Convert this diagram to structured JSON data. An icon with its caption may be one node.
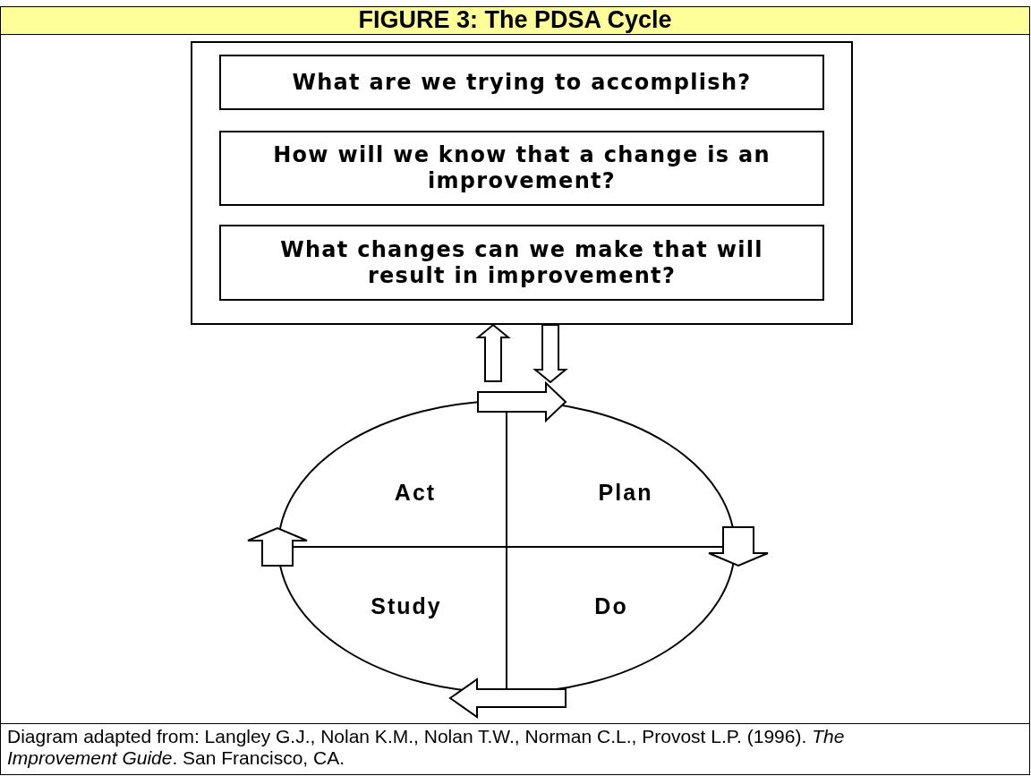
{
  "diagram": {
    "title": "FIGURE 3: The PDSA Cycle",
    "nodes": [
      {
        "text": [],
        "shape": "box"
      },
      {
        "text": [
          "What are we trying to accomplish?"
        ],
        "in": 0
      },
      {
        "text": [
          "How will we know that a change is an improvement?"
        ],
        "in": 0
      },
      {
        "text": [
          "What changes can we make that will result in improvement?"
        ],
        "in": 0
      },
      {
        "text": [
          "Act"
        ]
      },
      {
        "text": [
          "Plan"
        ]
      },
      {
        "text": [
          "Study"
        ]
      },
      {
        "text": [
          "Do"
        ]
      }
    ],
    "edges": [
      {
        "from": 4,
        "to": 0,
        "arrow": "to"
      },
      {
        "from": 0,
        "to": 5,
        "arrow": "to"
      },
      {
        "from": 4,
        "to": 5,
        "arrow": "to"
      },
      {
        "from": 5,
        "to": 7,
        "arrow": "to"
      },
      {
        "from": 7,
        "to": 6,
        "arrow": "to"
      },
      {
        "from": 6,
        "to": 4,
        "arrow": "to"
      }
    ],
    "caption": "Diagram adapted from: Langley G.J., Nolan K.M., Nolan T.W., Norman C.L., Provost L.P. (1996). *The Improvement Guide*. San Francisco, CA."
  }
}
